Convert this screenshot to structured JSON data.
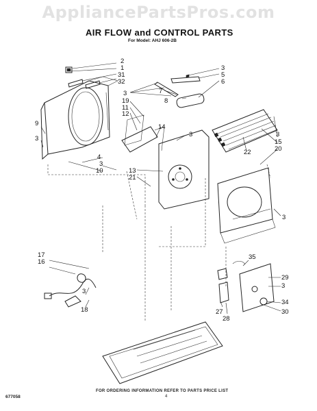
{
  "watermark": "AppliancePartsPros.com",
  "title": "AIR FLOW and CONTROL PARTS",
  "model": "For Model: AHJ 606-2B",
  "footnote": "FOR ORDERING INFORMATION REFER TO PARTS PRICE LIST",
  "page_number": "4",
  "doc_number": "677058",
  "callouts": [
    "1",
    "2",
    "3",
    "4",
    "5",
    "6",
    "7",
    "8",
    "9",
    "10",
    "11",
    "12",
    "13",
    "14",
    "15",
    "16",
    "17",
    "18",
    "19",
    "20",
    "21",
    "22",
    "27",
    "28",
    "29",
    "30",
    "31",
    "32",
    "34",
    "35"
  ]
}
